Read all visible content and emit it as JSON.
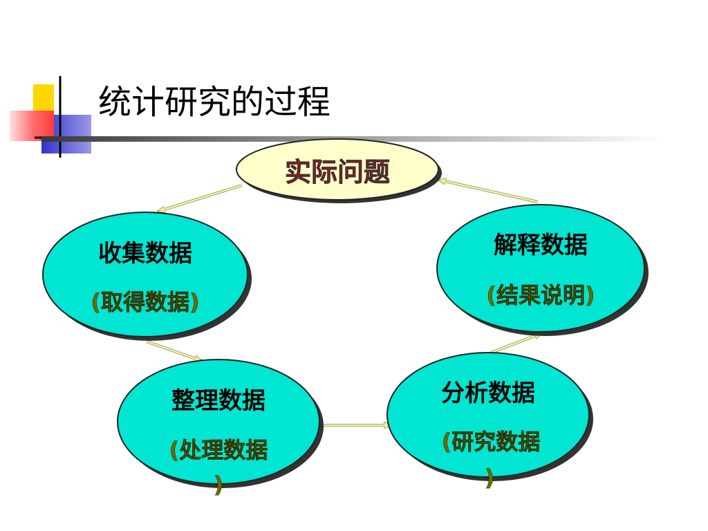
{
  "slide": {
    "title": "统计研究的过程"
  },
  "diagram": {
    "nodes": {
      "problem": {
        "label": "实际问题"
      },
      "collect": {
        "label": "收集数据",
        "sublabel": "(取得数据)"
      },
      "organize": {
        "label": "整理数据",
        "sublabel": "(处理数据",
        "sublabel_tail": ")"
      },
      "analyze": {
        "label": "分析数据",
        "sublabel": "(研究数据",
        "sublabel_tail": ")"
      },
      "interpret": {
        "label": "解释数据",
        "sublabel": "(结果说明)"
      }
    }
  },
  "colors": {
    "node_fill": "#00E6D2",
    "problem_fill": "#FFFFCC",
    "problem_text": "#E00000",
    "sublabel_text": "#6B6B00",
    "arrow": "#EEEE99",
    "logo_yellow": "#FFD700",
    "logo_red": "#FF4D4D",
    "logo_blue": "#3333CC"
  }
}
